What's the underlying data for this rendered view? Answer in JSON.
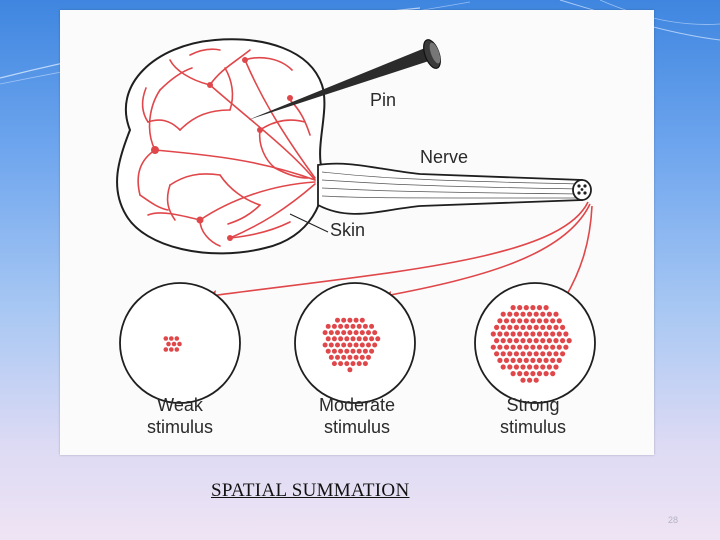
{
  "slide": {
    "caption": "SPATIAL SUMMATION",
    "slide_number": "28"
  },
  "diagram": {
    "labels": {
      "pin": "Pin",
      "nerve": "Nerve",
      "skin": "Skin"
    },
    "stimuli": [
      {
        "line1": "Weak",
        "line2": "stimulus"
      },
      {
        "line1": "Moderate",
        "line2": "stimulus"
      },
      {
        "line1": "Strong",
        "line2": "stimulus"
      }
    ],
    "colors": {
      "fibers": "#e0474a",
      "outline": "#1f1f1f",
      "pin": "#2b2b2b",
      "slide_top": "#3f86e0",
      "slide_bottom": "#efe4f4"
    }
  }
}
